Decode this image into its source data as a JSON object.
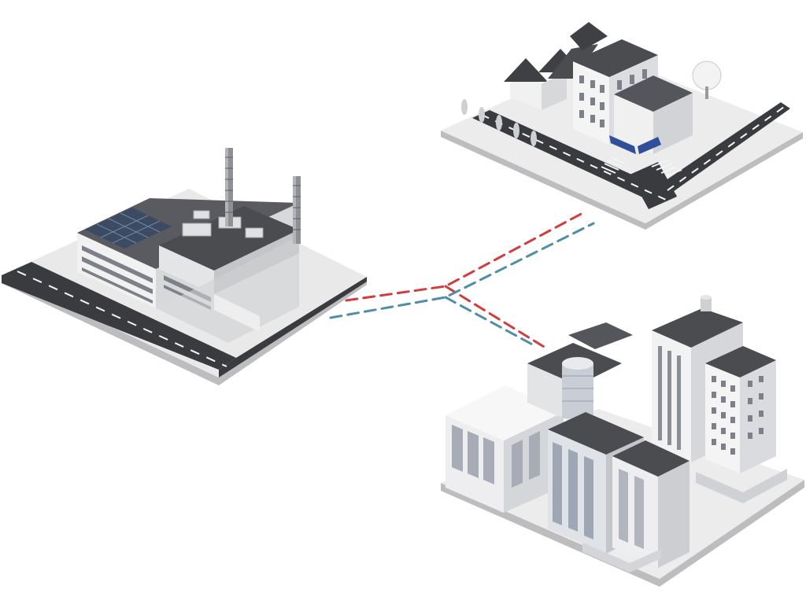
{
  "scene": {
    "description_kind": "isometric illustration, no visible text",
    "colors": {
      "background": "#ffffff",
      "ground": "#e9e9ea",
      "ground_side": "#bdbdbf",
      "road": "#3a3b3e",
      "road_marking": "#f4f4f4",
      "roof": "#4b4c50",
      "wall_light": "#f1f1f2",
      "wall_mid": "#d7d8da",
      "wall_dark": "#b9babd",
      "window": "#7d8088",
      "glass": "#c8cdd6",
      "solar_panel": "#3c4a62",
      "awning": "#2f4f9a",
      "link_red": "#d23c3c",
      "link_teal": "#4f8da8"
    },
    "nodes": [
      {
        "id": "factory",
        "kind": "industrial plant"
      },
      {
        "id": "town",
        "kind": "residential town block"
      },
      {
        "id": "downtown",
        "kind": "downtown office block"
      }
    ],
    "links": [
      {
        "from": "factory",
        "to": "town",
        "lines": [
          "red",
          "teal"
        ],
        "style": "dashed"
      },
      {
        "from": "factory",
        "to": "downtown",
        "lines": [
          "red",
          "teal"
        ],
        "style": "dashed"
      }
    ]
  }
}
